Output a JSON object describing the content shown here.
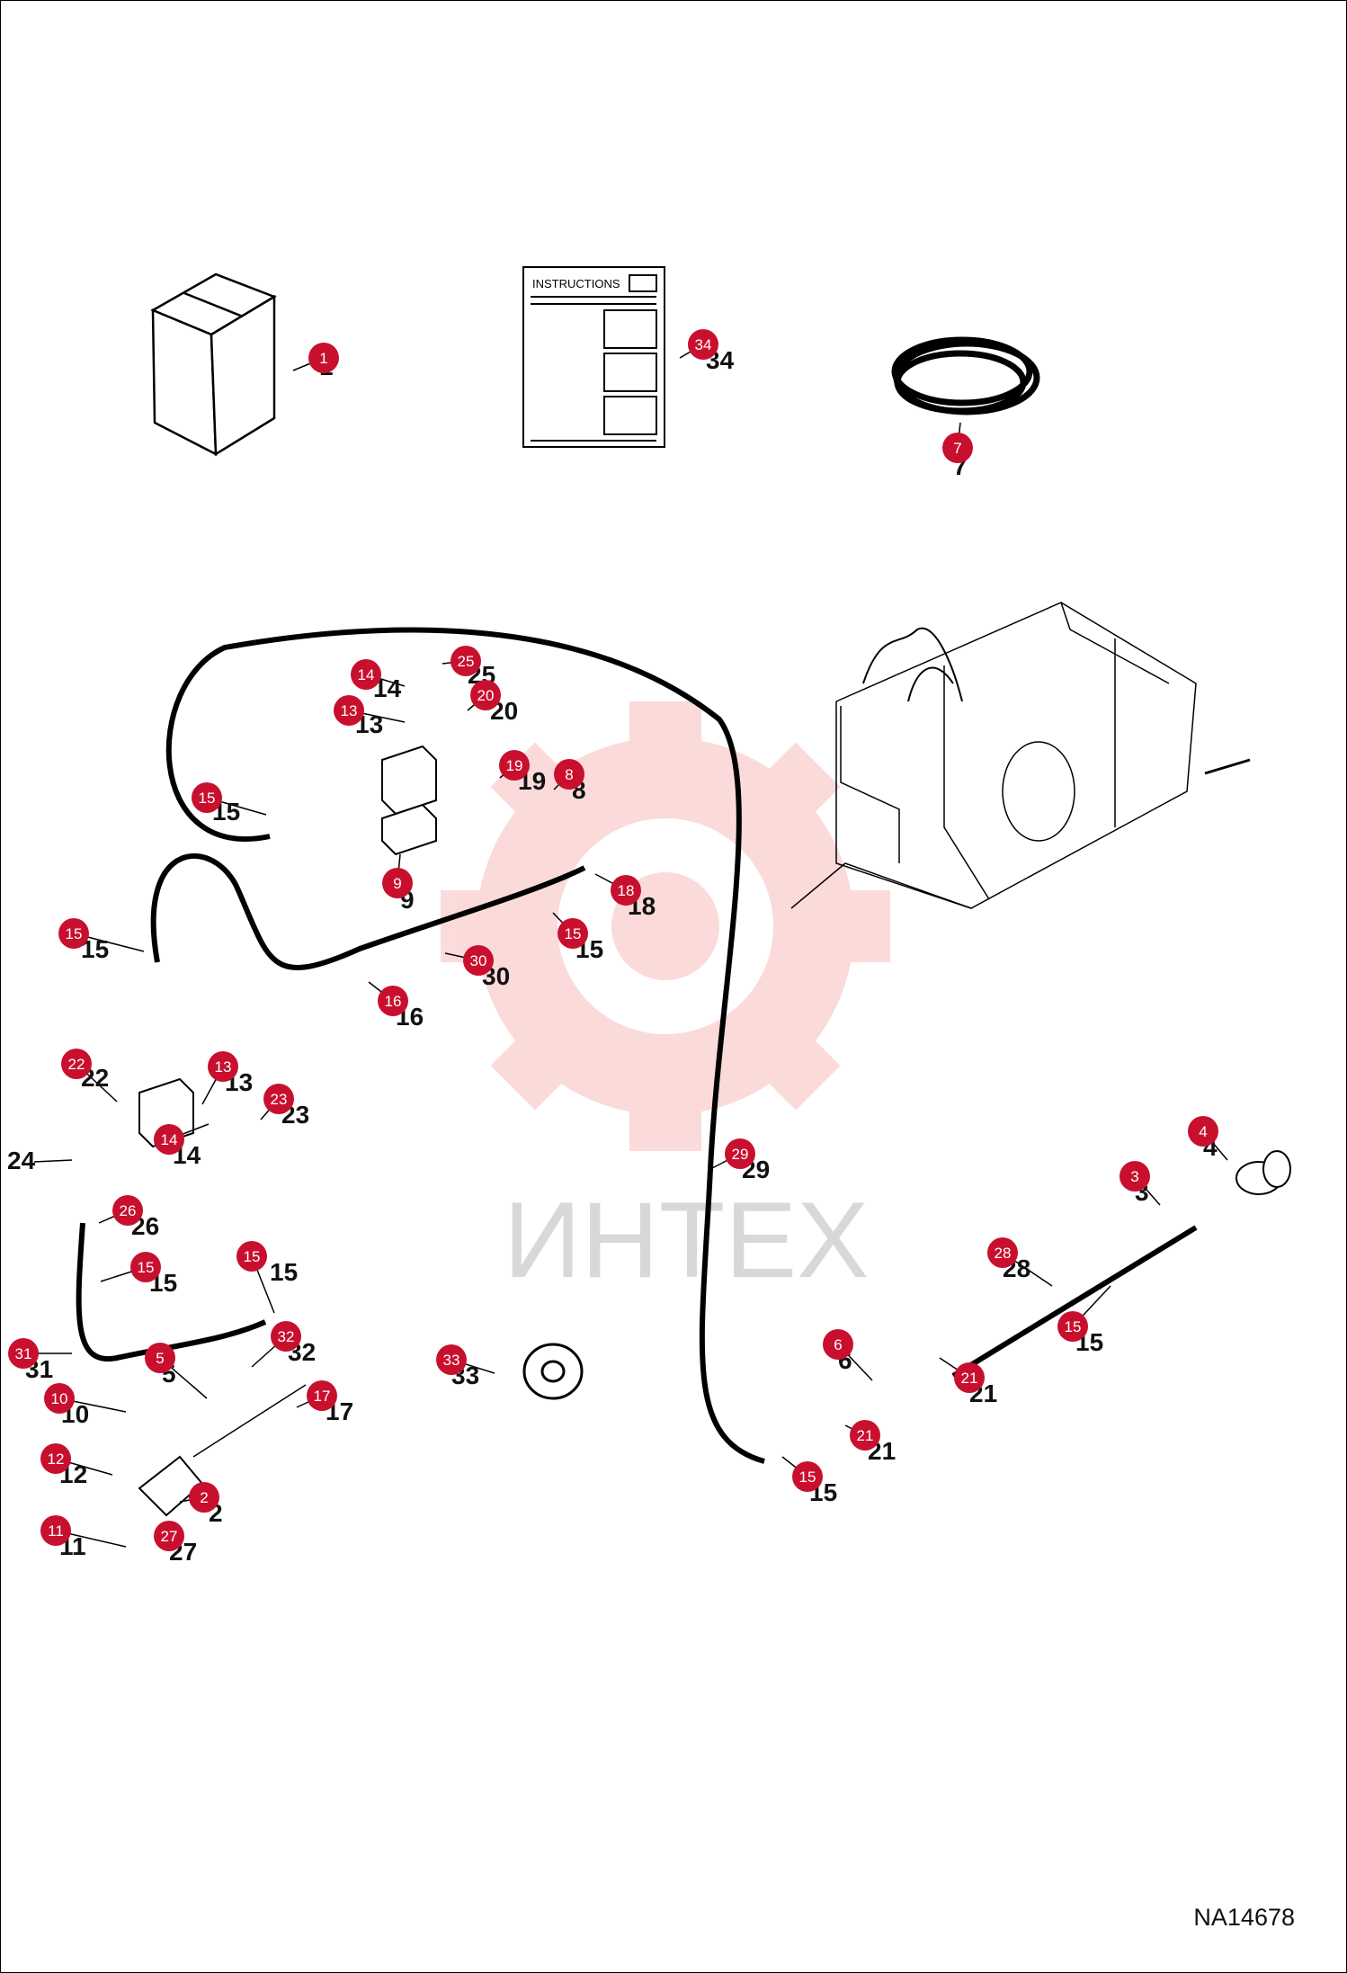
{
  "drawing_code": "NA14678",
  "watermark_text": "ИНТЕХ",
  "instructions_sheet_title": "INSTRUCTIONS",
  "badge_color": "#c8102e",
  "callouts": [
    {
      "id": "c1",
      "badge": "1",
      "label": "1"
    },
    {
      "id": "c34",
      "badge": "34",
      "label": "34"
    },
    {
      "id": "c7",
      "badge": "7",
      "label": "7"
    },
    {
      "id": "c25",
      "badge": "25",
      "label": "25"
    },
    {
      "id": "c14a",
      "badge": "14",
      "label": "14"
    },
    {
      "id": "c20",
      "badge": "20",
      "label": "20"
    },
    {
      "id": "c13a",
      "badge": "13",
      "label": "13"
    },
    {
      "id": "c19",
      "badge": "19",
      "label": "19"
    },
    {
      "id": "c8",
      "badge": "8",
      "label": "8"
    },
    {
      "id": "c15a",
      "badge": "15",
      "label": "15"
    },
    {
      "id": "c9",
      "badge": "9",
      "label": "9"
    },
    {
      "id": "c18",
      "badge": "18",
      "label": "18"
    },
    {
      "id": "c15b",
      "badge": "15",
      "label": "15"
    },
    {
      "id": "c15c",
      "badge": "15",
      "label": "15"
    },
    {
      "id": "c30",
      "badge": "30",
      "label": "30"
    },
    {
      "id": "c16",
      "badge": "16",
      "label": "16"
    },
    {
      "id": "c22",
      "badge": "22",
      "label": "22"
    },
    {
      "id": "c13b",
      "badge": "13",
      "label": "13"
    },
    {
      "id": "c23",
      "badge": "23",
      "label": "23"
    },
    {
      "id": "c14b",
      "badge": "14",
      "label": "14"
    },
    {
      "id": "c24",
      "badge": "",
      "label": "24"
    },
    {
      "id": "c26",
      "badge": "26",
      "label": "26"
    },
    {
      "id": "c15d",
      "badge": "15",
      "label": "15"
    },
    {
      "id": "c15e",
      "badge": "15",
      "label": "15"
    },
    {
      "id": "c31",
      "badge": "31",
      "label": "31"
    },
    {
      "id": "c5",
      "badge": "5",
      "label": "5"
    },
    {
      "id": "c32",
      "badge": "32",
      "label": "32"
    },
    {
      "id": "c10",
      "badge": "10",
      "label": "10"
    },
    {
      "id": "c17",
      "badge": "17",
      "label": "17"
    },
    {
      "id": "c12",
      "badge": "12",
      "label": "12"
    },
    {
      "id": "c2",
      "badge": "2",
      "label": "2"
    },
    {
      "id": "c11",
      "badge": "11",
      "label": "11"
    },
    {
      "id": "c27",
      "badge": "27",
      "label": "27"
    },
    {
      "id": "c33",
      "badge": "33",
      "label": "33"
    },
    {
      "id": "c29",
      "badge": "29",
      "label": "29"
    },
    {
      "id": "c4",
      "badge": "4",
      "label": "4"
    },
    {
      "id": "c3",
      "badge": "3",
      "label": "3"
    },
    {
      "id": "c28",
      "badge": "28",
      "label": "28"
    },
    {
      "id": "c15f",
      "badge": "15",
      "label": "15"
    },
    {
      "id": "c6",
      "badge": "6",
      "label": "6"
    },
    {
      "id": "c21a",
      "badge": "21",
      "label": "21"
    },
    {
      "id": "c21b",
      "badge": "21",
      "label": "21"
    },
    {
      "id": "c15g",
      "badge": "15",
      "label": "15"
    }
  ]
}
